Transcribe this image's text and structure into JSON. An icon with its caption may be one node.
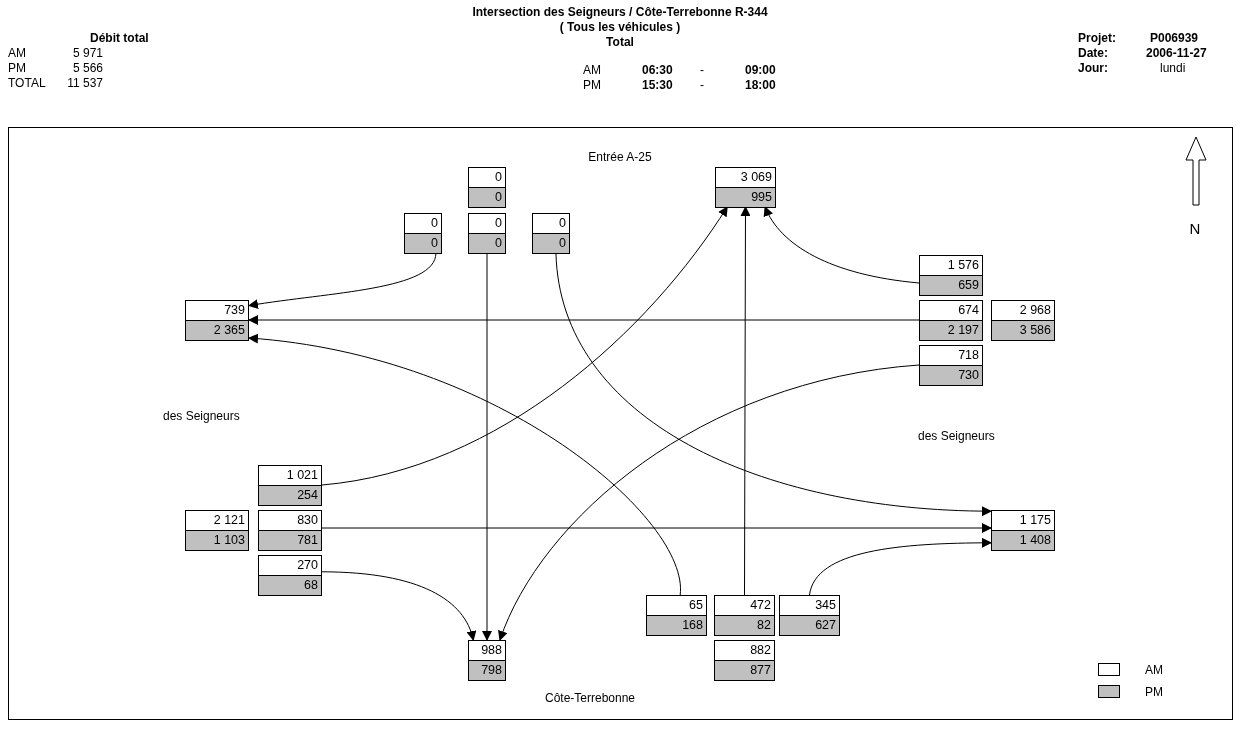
{
  "diagram": {
    "title": "Intersection des Seigneurs / Côte-Terrebonne R-344",
    "nodes": [
      {
        "text": [
          "0",
          "0"
        ]
      },
      {
        "text": [
          "0",
          "0"
        ]
      },
      {
        "text": [
          "0",
          "0"
        ]
      },
      {
        "text": [
          "0",
          "0"
        ]
      },
      {
        "text": [
          "3 069",
          "995"
        ]
      },
      {
        "text": [
          "1 576",
          "659"
        ]
      },
      {
        "text": [
          "674",
          "2 197"
        ]
      },
      {
        "text": [
          "2 968",
          "3 586"
        ]
      },
      {
        "text": [
          "718",
          "730"
        ]
      },
      {
        "text": [
          "739",
          "2 365"
        ]
      },
      {
        "text": [
          "1 021",
          "254"
        ]
      },
      {
        "text": [
          "2 121",
          "1 103"
        ]
      },
      {
        "text": [
          "830",
          "781"
        ]
      },
      {
        "text": [
          "270",
          "68"
        ]
      },
      {
        "text": [
          "1 175",
          "1 408"
        ]
      },
      {
        "text": [
          "65",
          "168"
        ]
      },
      {
        "text": [
          "472",
          "82"
        ]
      },
      {
        "text": [
          "345",
          "627"
        ]
      },
      {
        "text": [
          "988",
          "798"
        ]
      },
      {
        "text": [
          "882",
          "877"
        ]
      }
    ],
    "edges": [
      {
        "from": 1,
        "to": 9,
        "arrow": "to"
      },
      {
        "from": 2,
        "to": 18,
        "arrow": "to"
      },
      {
        "from": 3,
        "to": 14,
        "arrow": "to"
      },
      {
        "from": 5,
        "to": 4,
        "arrow": "to"
      },
      {
        "from": 6,
        "to": 9,
        "arrow": "to"
      },
      {
        "from": 8,
        "to": 18,
        "arrow": "to"
      },
      {
        "from": 10,
        "to": 4,
        "arrow": "to"
      },
      {
        "from": 12,
        "to": 14,
        "arrow": "to"
      },
      {
        "from": 13,
        "to": 18,
        "arrow": "to"
      },
      {
        "from": 15,
        "to": 9,
        "arrow": "to"
      },
      {
        "from": 16,
        "to": 4,
        "arrow": "to"
      },
      {
        "from": 17,
        "to": 14,
        "arrow": "to"
      }
    ],
    "labels": [
      "( Tous les véhicules )",
      "Total",
      "Débit total",
      "AM",
      "5 971",
      "PM",
      "5 566",
      "TOTAL",
      "11 537",
      "AM",
      "06:30",
      "-",
      "09:00",
      "PM",
      "15:30",
      "-",
      "18:00",
      "Projet:",
      "P006939",
      "Date:",
      "2006-11-27",
      "Jour:",
      "lundi",
      "Entrée A-25",
      "des Seigneurs",
      "des Seigneurs",
      "Côte-Terrebonne",
      "N"
    ],
    "legend": [
      {
        "text": "AM",
        "color": "#ffffff"
      },
      {
        "text": "PM",
        "color": "#c0c0c0"
      }
    ]
  }
}
